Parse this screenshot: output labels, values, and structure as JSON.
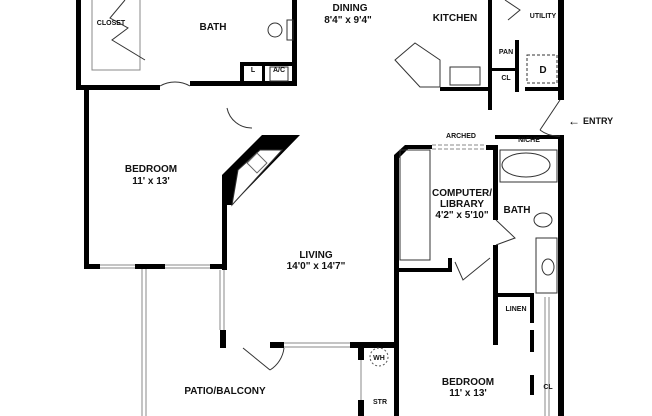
{
  "floorplan": {
    "rooms": {
      "closet": "CLOSET",
      "bath_top": "BATH",
      "dining": {
        "name": "DINING",
        "size": "8'4\" x 9'4\""
      },
      "kitchen": "KITCHEN",
      "utility": "UTILITY",
      "pantry": "PAN",
      "closet_kitchen": "CL",
      "dryer": "D",
      "linen_small": "L",
      "ac": "A/C",
      "bedroom_left": {
        "name": "BEDROOM",
        "size": "11' x 13'"
      },
      "living": {
        "name": "LIVING",
        "size": "14'0\" x 14'7\""
      },
      "computer_library": {
        "name": "COMPUTER/",
        "name2": "LIBRARY",
        "size": "4'2\" x 5'10\""
      },
      "bath_right": "BATH",
      "linen": "LINEN",
      "arched": "ARCHED",
      "niche": "NICHE",
      "entry": "ENTRY",
      "patio": "PATIO/BALCONY",
      "water_heater": "WH",
      "storage": "STR",
      "bedroom_right": {
        "name": "BEDROOM",
        "size": "11' x 13'"
      },
      "closet_right": "CL"
    },
    "colors": {
      "wall": "#000000",
      "fixture": "#888888"
    }
  }
}
